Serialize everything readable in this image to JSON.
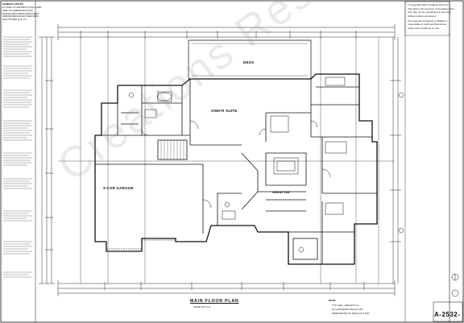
{
  "plan": {
    "rooms": {
      "deck": "DECK",
      "owners_suite": "OWN'R SUITE",
      "garage": "3-CAR GARAGE",
      "great_room": "GREAT RM"
    },
    "title_block": {
      "title": "MAIN FLOOR PLAN",
      "scale_note": "SCALE 1/8\"=1'-0\"",
      "sheet_number": "A-2532-",
      "notes_heading": "NOTE:",
      "notes": [
        "TYP. CEIL. HEIGHT 9'-0\"",
        "ALL EXTERIOR WALLS 2X6",
        "DIMENSIONS TO FACE OF STUD"
      ]
    },
    "copyright": {
      "lines": [
        "© Copyright 2014 Creations Rest Inc.",
        "This plan is the property of Creations Rest",
        "and may not be reproduced in any form",
        "without written permission.",
        "The General Contractor or Builder is",
        "responsible to verify all dimensions,",
        "codes and conditions on site."
      ]
    },
    "left_notes": {
      "lines": [
        "GENERAL NOTES",
        "ALL WORK TO CONFORM TO LOCAL CODES",
        "VERIFY ALL DIMENSIONS ON SITE",
        "PROVIDE SMOKE DETECTORS AS REQ'D",
        "WINDOWS PER MANUFACTURER SPECS",
        "ROOF TRUSSES @ 24\" O.C."
      ]
    },
    "watermark": "Creations Rest",
    "colors": {
      "ink": "#111111",
      "paper": "#ffffff",
      "watermark": "#8c8c8c"
    }
  }
}
